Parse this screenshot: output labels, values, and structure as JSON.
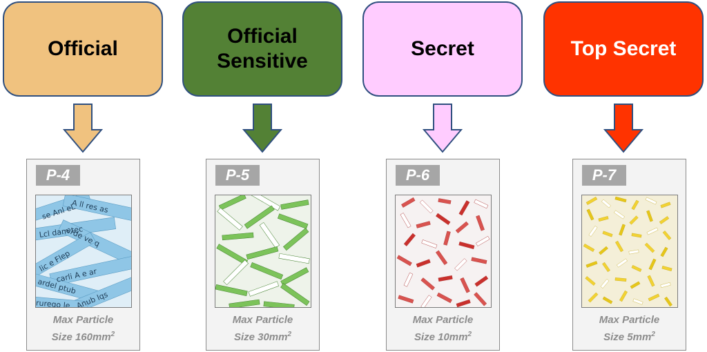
{
  "categories": [
    {
      "title_line1": "Official",
      "title_line2": "",
      "color": "#f0c27f",
      "text_color": "#000000",
      "level": "P-4",
      "caption_line1": "Max Particle",
      "caption_prefix": "Size 160mm",
      "caption_sup": "2",
      "image": "blue-shredded-paper-strips"
    },
    {
      "title_line1": "Official",
      "title_line2": "Sensitive",
      "color": "#538135",
      "text_color": "#000000",
      "level": "P-5",
      "caption_line1": "Max Particle",
      "caption_prefix": "Size 30mm",
      "caption_sup": "2",
      "image": "green-white-shredded-paper"
    },
    {
      "title_line1": "Secret",
      "title_line2": "",
      "color": "#ffccff",
      "text_color": "#000000",
      "level": "P-6",
      "caption_line1": "Max Particle",
      "caption_prefix": "Size 10mm",
      "caption_sup": "2",
      "image": "red-white-shredded-paper"
    },
    {
      "title_line1": "Top Secret",
      "title_line2": "",
      "color": "#ff3300",
      "text_color": "#ffffff",
      "level": "P-7",
      "caption_line1": "Max Particle",
      "caption_prefix": "Size 5mm",
      "caption_sup": "2",
      "image": "yellow-white-shredded-paper"
    }
  ]
}
